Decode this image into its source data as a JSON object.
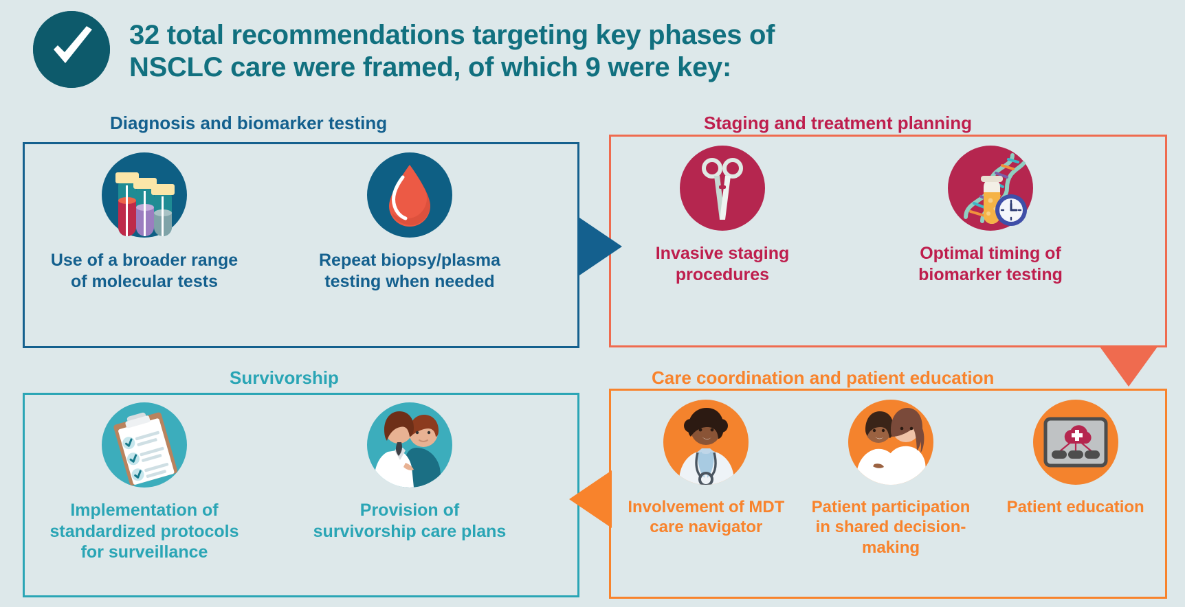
{
  "header": {
    "icon": "checkmark-circle-icon",
    "title": "32 total recommendations targeting key phases of NSCLC care were framed, of which 9 were key:",
    "total_recommendations": 32,
    "key_recommendations": 9,
    "color": "#11707f",
    "badge_color": "#0d5a6b"
  },
  "colors": {
    "background": "#dde8ea",
    "navy": "#14608e",
    "crimson": "#be1e4d",
    "teal": "#2aa5b5",
    "orange": "#f8832c",
    "salmon": "#ef6b4f"
  },
  "sections": [
    {
      "id": "diagnosis",
      "title": "Diagnosis and biomarker testing",
      "color": "#14608e",
      "border_color": "#14608e",
      "items": [
        {
          "icon": "test-tubes-icon",
          "label": "Use of a broader range of molecular tests"
        },
        {
          "icon": "blood-drop-icon",
          "label": "Repeat biopsy/plasma testing when needed"
        }
      ]
    },
    {
      "id": "staging",
      "title": "Staging and treatment planning",
      "color": "#be1e4d",
      "border_color": "#ef6b4f",
      "items": [
        {
          "icon": "scissors-icon",
          "label": "Invasive staging procedures"
        },
        {
          "icon": "dna-timing-icon",
          "label": "Optimal timing of biomarker testing"
        }
      ]
    },
    {
      "id": "survivorship",
      "title": "Survivorship",
      "color": "#2aa5b5",
      "border_color": "#2aa5b5",
      "items": [
        {
          "icon": "clipboard-checklist-icon",
          "label": "Implementation of standardized protocols for surveillance"
        },
        {
          "icon": "doctor-patient-icon",
          "label": "Provision of survivorship care plans"
        }
      ]
    },
    {
      "id": "care-coordination",
      "title": "Care coordination and patient education",
      "color": "#f8832c",
      "border_color": "#f8832c",
      "items": [
        {
          "icon": "nurse-navigator-icon",
          "label": "Involvement of MDT care navigator"
        },
        {
          "icon": "two-patients-icon",
          "label": "Patient participation in shared decision-making"
        },
        {
          "icon": "telehealth-screen-icon",
          "label": "Patient education"
        }
      ]
    }
  ],
  "arrows": [
    {
      "name": "arrow-diagnosis-to-staging",
      "direction": "right",
      "color": "#14608e"
    },
    {
      "name": "arrow-staging-to-care",
      "direction": "down",
      "color": "#ef6b4f"
    },
    {
      "name": "arrow-care-to-survivorship",
      "direction": "left",
      "color": "#f8832c"
    }
  ]
}
